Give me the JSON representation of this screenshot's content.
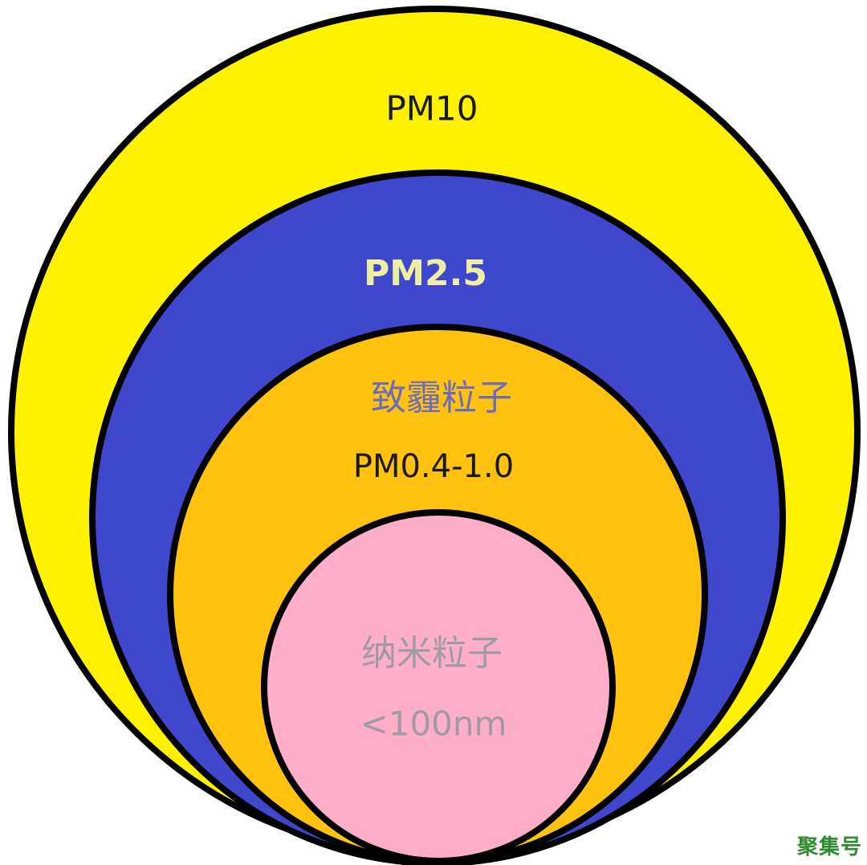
{
  "diagram": {
    "rings": [
      {
        "name": "pm10",
        "label": "PM10",
        "fill": "#FFF200",
        "text_color": "#1a1a1a"
      },
      {
        "name": "pm25",
        "label": "PM2.5",
        "fill": "#3F48CC",
        "text_color": "#EFEFA0"
      },
      {
        "name": "fine-particles",
        "label": "致霾粒子",
        "sub_label": "PM0.4-1.0",
        "fill": "#FFC20E",
        "text_color": "#6B6BBF",
        "sub_text_color": "#1a1a1a"
      },
      {
        "name": "nano-particles",
        "label": "纳米粒子",
        "sub_label": "<100nm",
        "fill": "#FFAEC9",
        "text_color": "#A09AA4"
      }
    ],
    "outline_color": "#000000"
  },
  "watermark": {
    "text": "聚集号",
    "color": "#2E8B2E"
  }
}
